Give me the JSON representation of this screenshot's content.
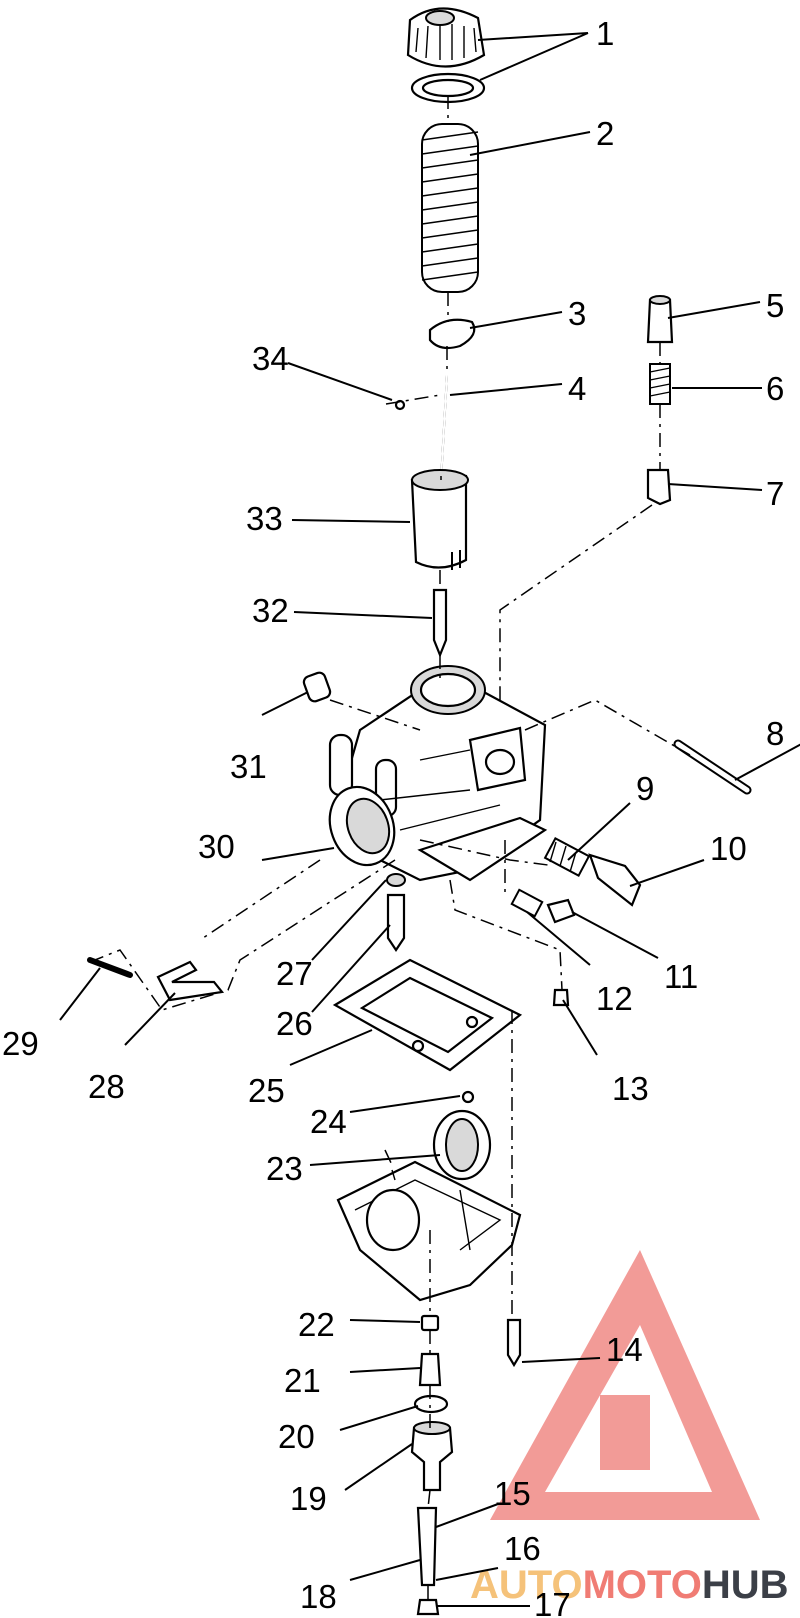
{
  "callouts": [
    "1",
    "2",
    "3",
    "4",
    "5",
    "6",
    "7",
    "8",
    "9",
    "10",
    "11",
    "12",
    "13",
    "14",
    "15",
    "16",
    "17",
    "18",
    "19",
    "20",
    "21",
    "22",
    "23",
    "24",
    "25",
    "26",
    "27",
    "28",
    "29",
    "30",
    "31",
    "32",
    "33",
    "34"
  ],
  "watermark": {
    "part1": "AUTO",
    "part2": "MOTO",
    "part3": "HUB",
    "colors": {
      "auto": "#f5c27a",
      "moto": "#f07c74",
      "hub": "#3b3f47",
      "logo": "#f08a86"
    }
  }
}
